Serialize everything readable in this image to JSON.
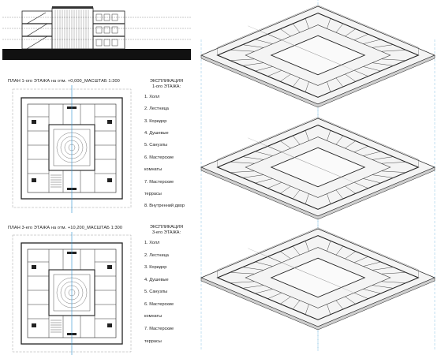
{
  "plan_1": {
    "title": "ПЛАН 1-ого ЭТАЖА на отм. +0,000_МАСШТАБ 1:300"
  },
  "plan_3": {
    "title": "ПЛАН 3-его ЭТАЖА на отм. +10,200_МАСШТАБ 1:300"
  },
  "legend_1": {
    "heading": "ЭКСПЛИКАЦИЯ",
    "subheading": "1-ого ЭТАЖА:",
    "items": [
      "1. Холл",
      "2. Лестница",
      "3. Коридор",
      "4. Душевые",
      "5. Санузлы",
      "6. Мастерские",
      "комнаты",
      "7. Мастерские",
      "террасы",
      "8. Внутренний двор"
    ]
  },
  "legend_3": {
    "heading": "ЭКСПЛИКАЦИЯ",
    "subheading": "3-его ЭТАЖА:",
    "items": [
      "1. Холл",
      "2. Лестница",
      "3. Коридор",
      "4. Душевые",
      "5. Санузлы",
      "6. Мастерские",
      "комнаты",
      "7. Мастерские",
      "террасы"
    ]
  },
  "colors": {
    "line": "#2a2a2a",
    "axis": "#2a8fd0",
    "ground": "#111111",
    "background": "#ffffff"
  }
}
